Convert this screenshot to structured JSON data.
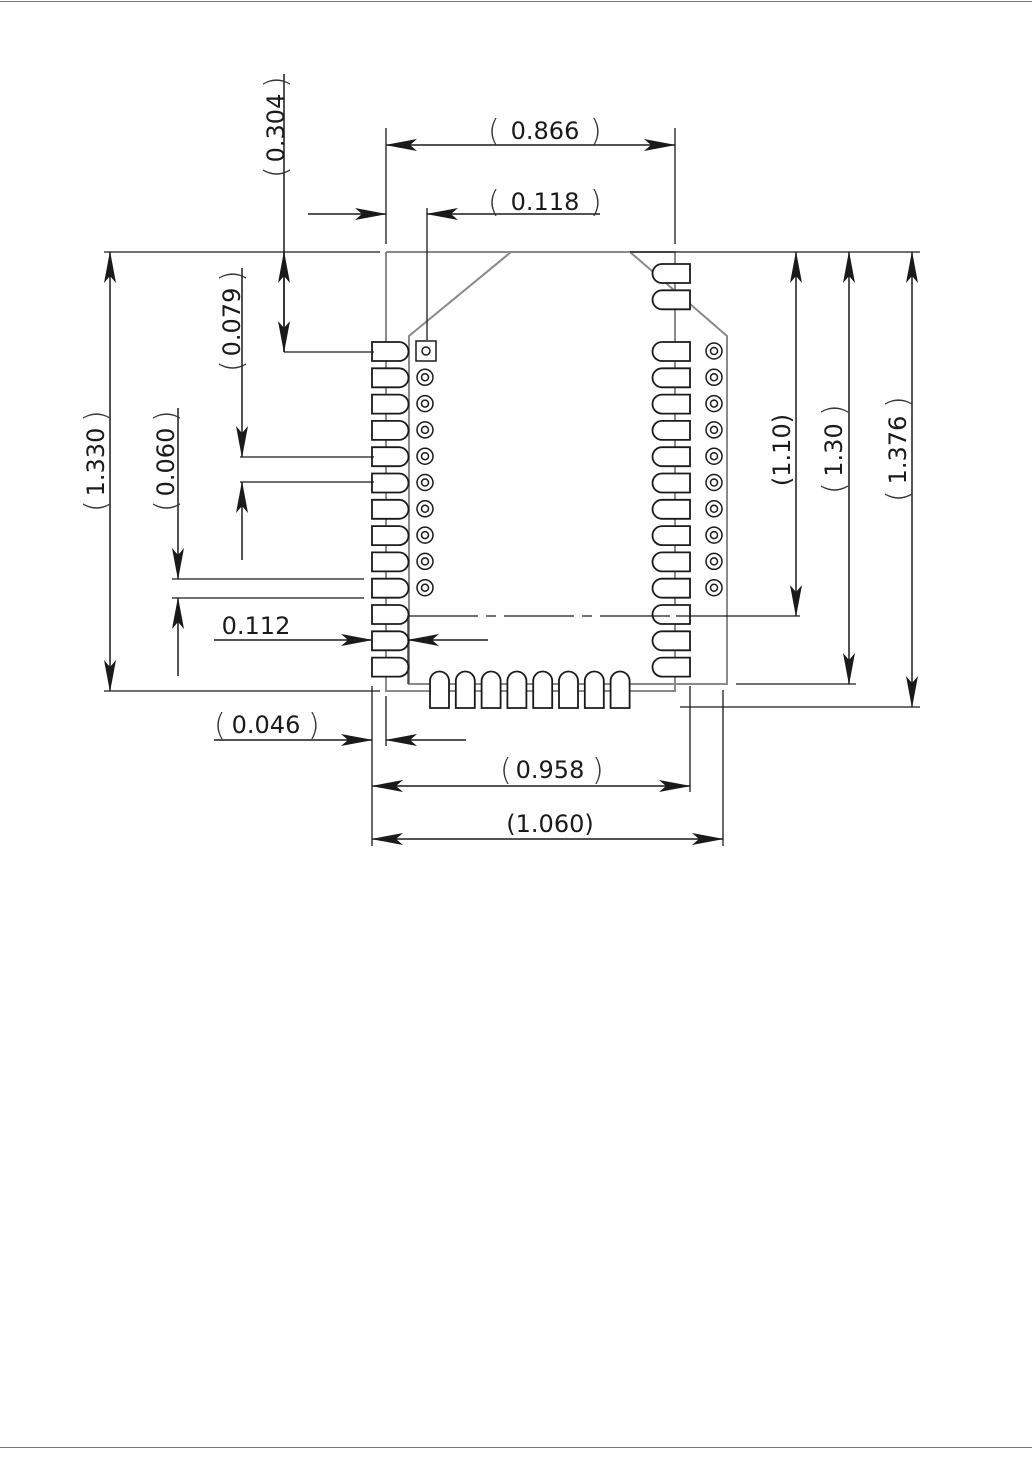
{
  "drawing": {
    "dimensions": {
      "top_width": "0.866",
      "pin1_offset_x": "0.118",
      "pin1_offset_y": "0.304",
      "pin_pitch": "0.079",
      "pad_width": "0.060",
      "outline_height": "1.330",
      "pad_length": "0.112",
      "edge_offset": "0.046",
      "pad_span_width": "0.958",
      "overall_width": "(1.060)",
      "row_height_1": "(1.10)",
      "row_height_2": "1.30",
      "overall_height": "1.376"
    },
    "colors": {
      "line": "#1a1a1a",
      "outline": "#8a8a8a"
    }
  }
}
